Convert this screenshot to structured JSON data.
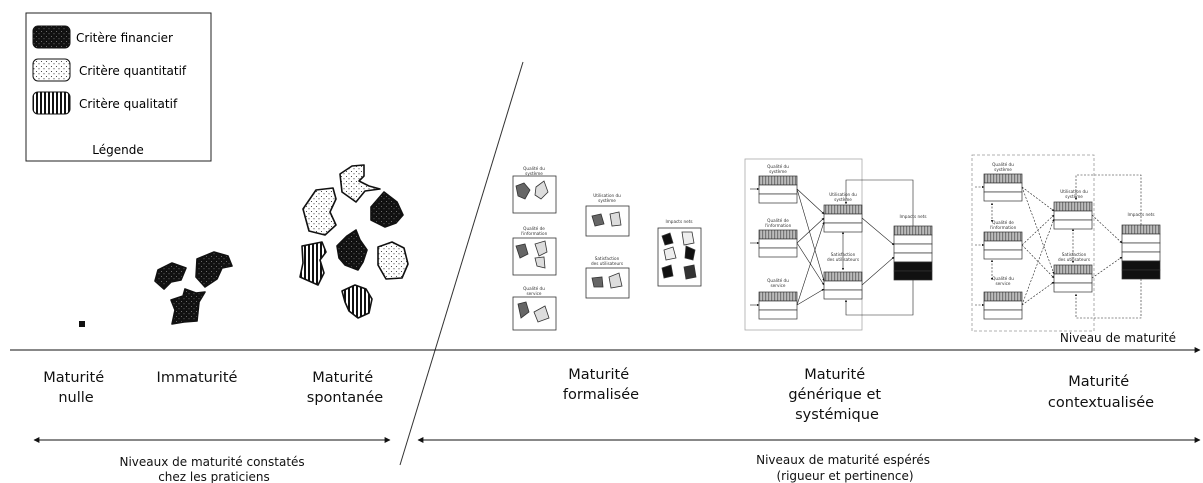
{
  "legend": {
    "financial": "Critère financier",
    "quantitative": "Critère quantitatif",
    "qualitative": "Critère qualitatif",
    "title": "Légende"
  },
  "axis": {
    "label": "Niveau de maturité"
  },
  "levels": {
    "nulle": [
      "Maturité",
      "nulle"
    ],
    "immaturite": "Immaturité",
    "spontanee": [
      "Maturité",
      "spontanée"
    ],
    "formalisee": [
      "Maturité",
      "formalisée"
    ],
    "generique": [
      "Maturité",
      "générique et",
      "systémique"
    ],
    "contextualisee": [
      "Maturité",
      "contextualisée"
    ]
  },
  "ranges": {
    "observed": [
      "Niveaux de maturité constatés",
      "chez les praticiens"
    ],
    "hoped": [
      "Niveaux de maturité espérés",
      "(rigueur et pertinence)"
    ]
  },
  "model": {
    "system_quality": [
      "Qualité du",
      "système"
    ],
    "info_quality": [
      "Qualité de",
      "l'information"
    ],
    "service_quality": [
      "Qualité du",
      "service"
    ],
    "system_use": [
      "Utilisation du",
      "système"
    ],
    "user_satisfaction": [
      "Satisfaction",
      "des utilisateurs"
    ],
    "net_impacts": "Impacts nets"
  }
}
